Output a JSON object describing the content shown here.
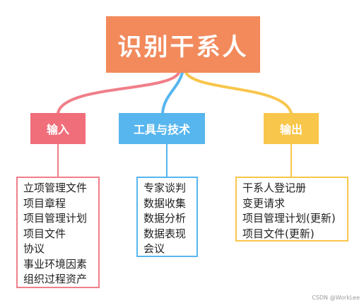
{
  "root": {
    "label": "识别干系人"
  },
  "branches": [
    {
      "category": "输入",
      "color": "#f06e7a",
      "items": [
        "立项管理文件",
        "项目章程",
        "项目管理计划",
        "项目文件",
        "协议",
        "事业环境因素",
        "组织过程资产"
      ]
    },
    {
      "category": "工具与技术",
      "color": "#58b6ee",
      "items": [
        "专家谈判",
        "数据收集",
        "数据分析",
        "数据表现",
        "会议"
      ]
    },
    {
      "category": "输出",
      "color": "#f9c64c",
      "items": [
        "干系人登记册",
        "变更请求",
        "项目管理计划(更新)",
        "项目文件(更新)"
      ]
    }
  ],
  "watermark": "CSDN @WorkLee"
}
